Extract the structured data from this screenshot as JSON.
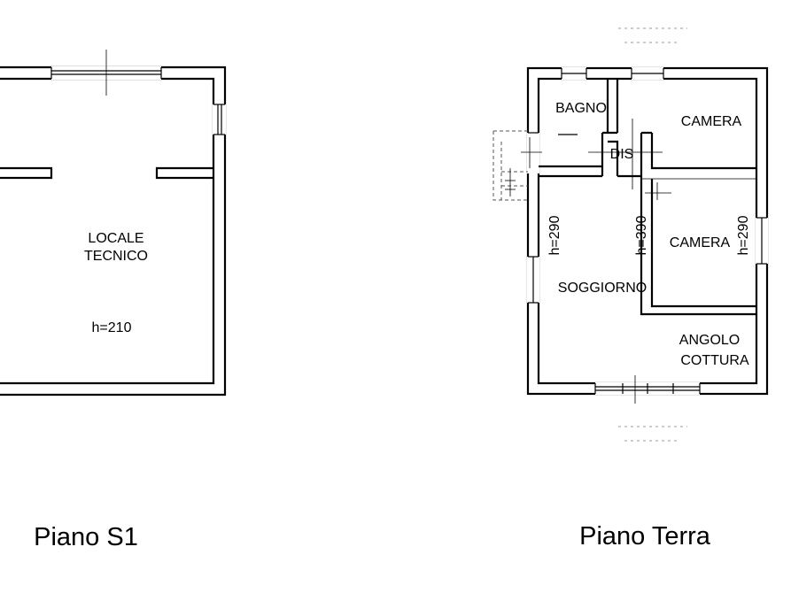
{
  "floors": [
    {
      "title": "Piano S1",
      "rooms": [
        {
          "name_lines": [
            "LOCALE",
            "TECNICO"
          ],
          "height": "h=210"
        }
      ]
    },
    {
      "title": "Piano Terra",
      "rooms": [
        {
          "name": "BAGNO"
        },
        {
          "name": "CAMERA"
        },
        {
          "name": "DIS"
        },
        {
          "name": "CAMERA",
          "height": "h=290"
        },
        {
          "name": "SOGGIORNO",
          "height": "h=290",
          "height_alt": "h=390"
        },
        {
          "name_lines": [
            "ANGOLO",
            "COTTURA"
          ]
        }
      ]
    }
  ]
}
